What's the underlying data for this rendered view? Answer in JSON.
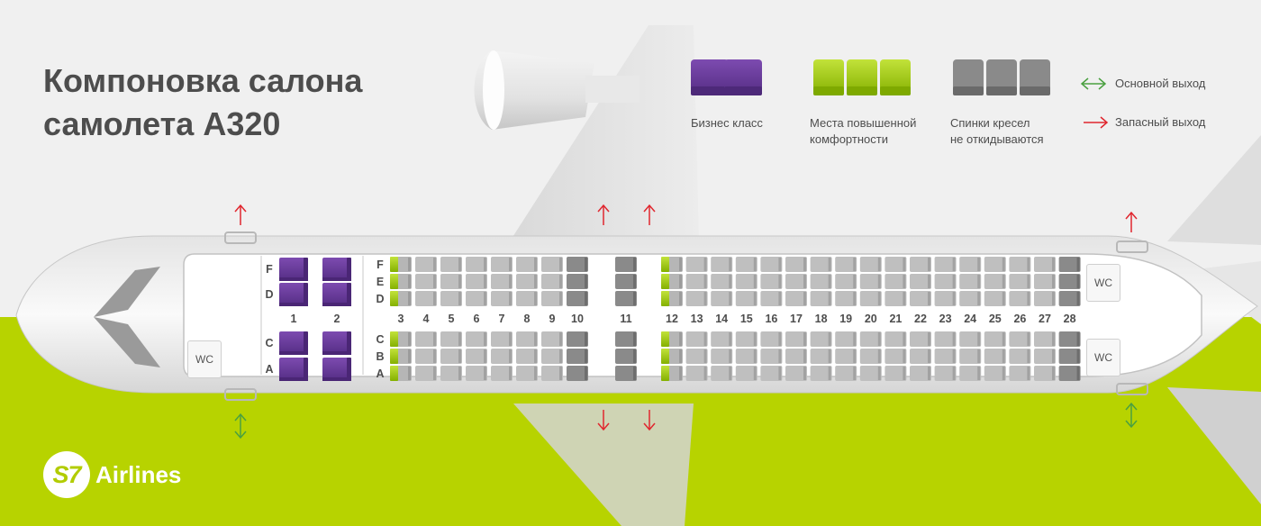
{
  "title_line1": "Компоновка салона",
  "title_line2": "самолета A320",
  "legend": [
    {
      "key": "business",
      "label": "Бизнес класс",
      "color": "#6a3a9a"
    },
    {
      "key": "comfort",
      "label": "Места повышенной\nкомфортности",
      "color": "#a6cc00"
    },
    {
      "key": "fixed",
      "label": "Спинки кресел\nне откидываются",
      "color": "#8a8a8a"
    }
  ],
  "exits": {
    "main": {
      "label": "Основной выход",
      "color": "#4aa040"
    },
    "emergency": {
      "label": "Запасный выход",
      "color": "#e0262e"
    }
  },
  "lavatory_label": "WC",
  "business_rows": [
    "1",
    "2"
  ],
  "business_letters_top": [
    "F",
    "D"
  ],
  "business_letters_bottom": [
    "C",
    "A"
  ],
  "economy_letters_top": [
    "F",
    "E",
    "D"
  ],
  "economy_letters_bottom": [
    "C",
    "B",
    "A"
  ],
  "economy_rows": [
    "3",
    "4",
    "5",
    "6",
    "7",
    "8",
    "9",
    "10",
    "11",
    "12",
    "13",
    "14",
    "15",
    "16",
    "17",
    "18",
    "19",
    "20",
    "21",
    "22",
    "23",
    "24",
    "25",
    "26",
    "27",
    "28"
  ],
  "comfort_rows": [
    "3",
    "12"
  ],
  "fixed_back_rows": [
    "10",
    "11",
    "28"
  ],
  "brand_logo": "S7",
  "brand_name": "Airlines"
}
